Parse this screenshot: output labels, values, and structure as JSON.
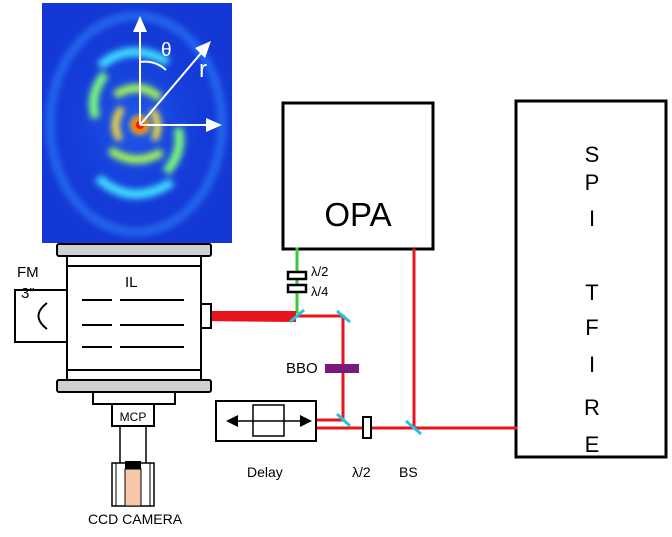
{
  "image_labels": {
    "theta": "θ",
    "r": "r"
  },
  "opa": {
    "label": "OPA"
  },
  "laser": {
    "letters": [
      "S",
      "P",
      "I",
      "T",
      "F",
      "I",
      "R",
      "E"
    ]
  },
  "chamber": {
    "fm": "FM",
    "mirror_size": "3\"",
    "il": "IL",
    "mcp": "MCP",
    "camera": "CCD CAMERA"
  },
  "optics": {
    "half_wave_top": "λ/2",
    "quarter_wave": "λ/4",
    "bbo": "BBO",
    "delay": "Delay",
    "half_wave_bottom": "λ/2",
    "bs": "BS"
  },
  "colors": {
    "beam_red": "#e8141b",
    "beam_green": "#33cc33",
    "mirror_cyan": "#22c4e0",
    "bbo_purple": "#7a1a7a",
    "image_bg": "#1338d6",
    "frame_gray": "#d0d0d0",
    "camera_skin": "#f6c7a8"
  }
}
